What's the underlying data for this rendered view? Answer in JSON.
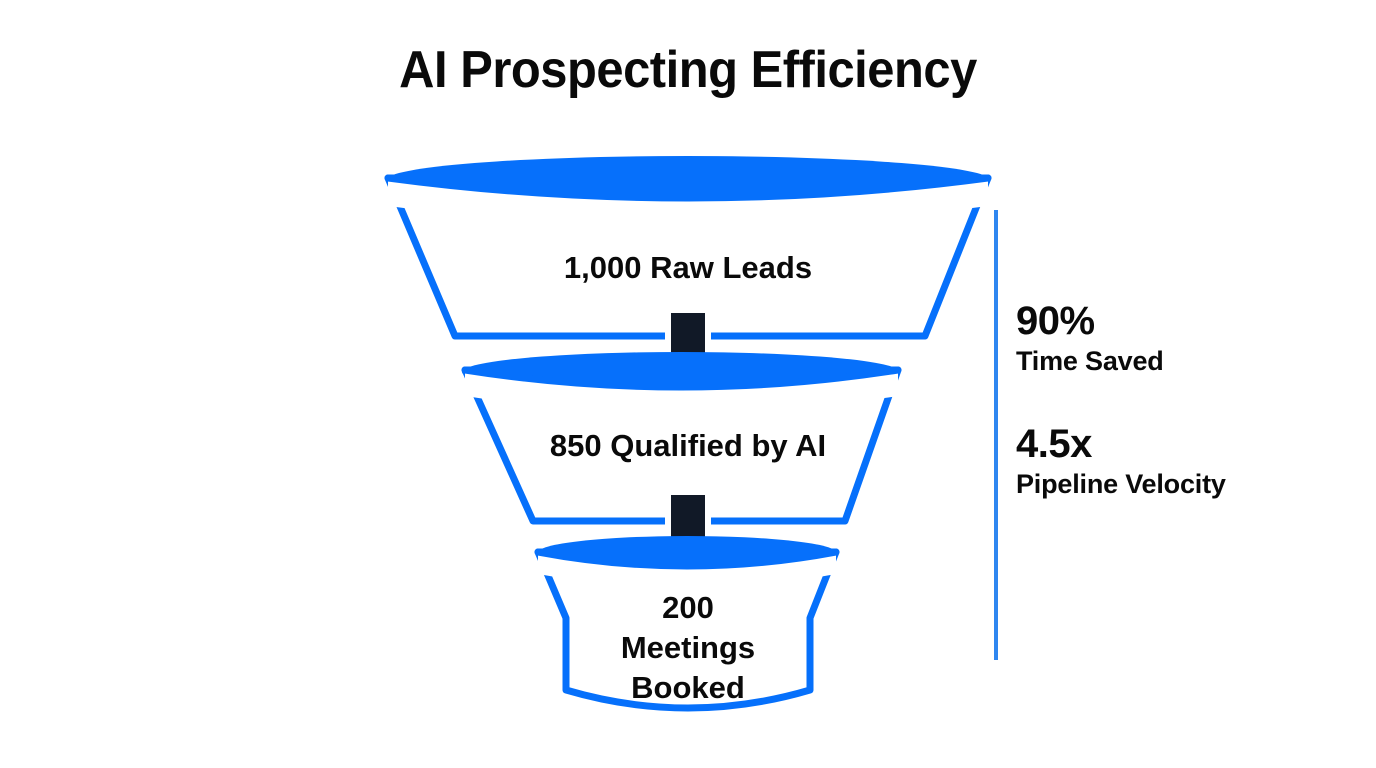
{
  "title": "AI Prospecting Efficiency",
  "theme": {
    "blue": "#0670FB",
    "arrow_fill": "#111927",
    "arrow_stroke": "#FFFFFF",
    "text": "#0A0A0A",
    "background": "#FFFFFF",
    "divider": "#2E86F0"
  },
  "funnel": {
    "stages": [
      {
        "id": "stage-raw-leads",
        "label": "1,000 Raw Leads",
        "value": 1000,
        "unit": "leads"
      },
      {
        "id": "stage-qualified",
        "label": "850 Qualified by AI",
        "value": 850,
        "unit": "leads"
      },
      {
        "id": "stage-meetings",
        "label": "200 Meetings Booked",
        "value": 200,
        "unit": "meetings",
        "label_lines": [
          "200",
          "Meetings",
          "Booked"
        ]
      }
    ],
    "connectors": [
      {
        "id": "arrow-1",
        "icon": "down-arrow-icon"
      },
      {
        "id": "arrow-2",
        "icon": "down-arrow-icon"
      }
    ]
  },
  "stats": [
    {
      "id": "stat-time-saved",
      "value": "90%",
      "label": "Time Saved"
    },
    {
      "id": "stat-pipeline-velocity",
      "value": "4.5x",
      "label": "Pipeline Velocity"
    }
  ],
  "chart_data": {
    "type": "funnel",
    "title": "AI Prospecting Efficiency",
    "categories": [
      "Raw Leads",
      "Qualified by AI",
      "Meetings Booked"
    ],
    "values": [
      1000,
      850,
      200
    ],
    "labels": [
      "1,000 Raw Leads",
      "850 Qualified by AI",
      "200 Meetings Booked"
    ],
    "annotations": [
      {
        "value": "90%",
        "label": "Time Saved"
      },
      {
        "value": "4.5x",
        "label": "Pipeline Velocity"
      }
    ],
    "legend": "none",
    "grid": false
  }
}
